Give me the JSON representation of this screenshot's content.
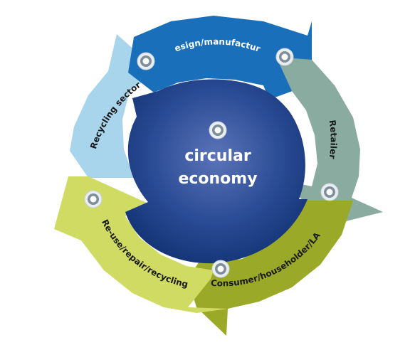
{
  "diagram": {
    "center": {
      "line1": "circular",
      "line2": "economy",
      "icon": "target-icon",
      "color": "#1f3f85"
    },
    "segments": [
      {
        "id": "design",
        "label": "Design/manufacture",
        "color": "#1a6fba",
        "text_color": "#ffffff",
        "icon": "target-icon"
      },
      {
        "id": "retailer",
        "label": "Retailer",
        "color": "#8aaca0",
        "text_color": "#1a1a1a",
        "icon": "target-icon"
      },
      {
        "id": "consumer",
        "label": "Consumer/householder/LAs",
        "color": "#9aaa28",
        "text_color": "#1a1a1a",
        "icon": "target-icon"
      },
      {
        "id": "reuse",
        "label": "Re-use/repair/recycling",
        "color": "#cfdb62",
        "text_color": "#1a1a1a",
        "icon": "target-icon"
      },
      {
        "id": "recycling",
        "label": "Recycling sector",
        "color": "#a8d4ec",
        "text_color": "#1a1a1a",
        "icon": "target-icon"
      }
    ]
  }
}
